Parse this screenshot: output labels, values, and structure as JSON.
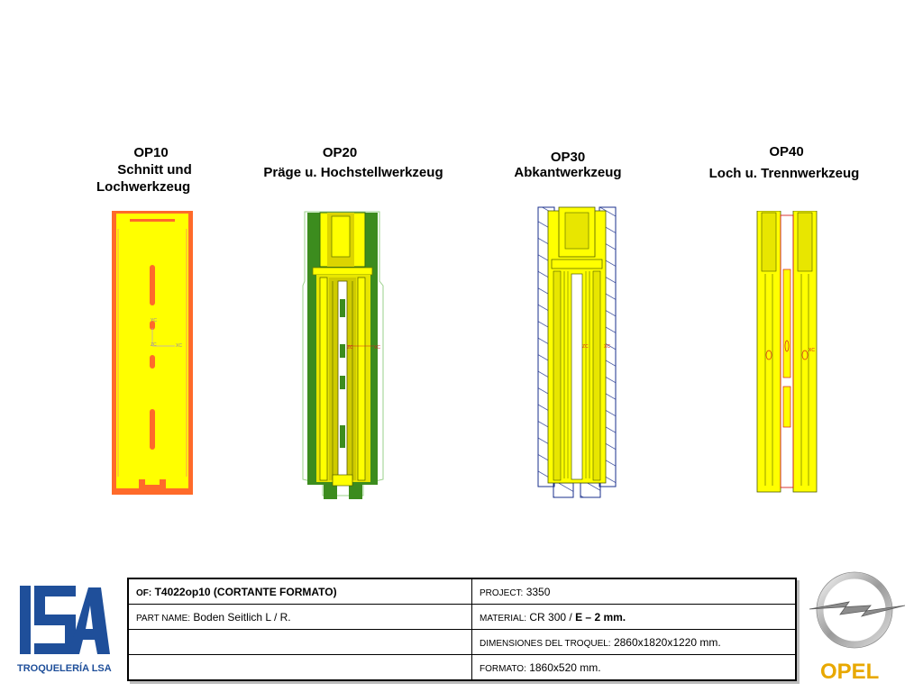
{
  "operations": [
    {
      "code": "OP10",
      "lines": [
        "Schnitt und",
        "Lochwerkzeug"
      ]
    },
    {
      "code": "OP20",
      "lines": [
        "Präge u. Hochstellwerkzeug"
      ]
    },
    {
      "code": "OP30",
      "lines": [
        "Abkantwerkzeug"
      ]
    },
    {
      "code": "OP40",
      "lines": [
        "Loch u. Trennwerkzeug"
      ]
    }
  ],
  "op10_axis_labels": {
    "y": "YC",
    "z": "ZC",
    "x": "XC"
  },
  "info_table": {
    "of_label": "OF:",
    "of_value": "T4022op10 (CORTANTE FORMATO)",
    "project_label": "PROJECT:",
    "project_value": "3350",
    "part_label": "PART NAME:",
    "part_value": "Boden Seitlich L / R.",
    "material_label": "MATERIAL:",
    "material_value": "CR 300",
    "material_sep": " / ",
    "material_thickness": "E – 2 mm.",
    "dimensions_label": "DIMENSIONES DEL TROQUEL:",
    "dimensions_value": "2860x1820x1220 mm.",
    "format_label": "FORMATO:",
    "format_value": "1860x520 mm."
  },
  "logos": {
    "lsa_text": "TROQUELERÍA LSA",
    "opel_text": "OPEL"
  },
  "colors": {
    "yellow": "#ffff00",
    "orange": "#ff6a2a",
    "green": "#3c8c1e",
    "navy": "#1a2f8c",
    "red": "#d42020",
    "lsa_blue": "#1f4f9a",
    "opel_gold": "#e8a800"
  }
}
